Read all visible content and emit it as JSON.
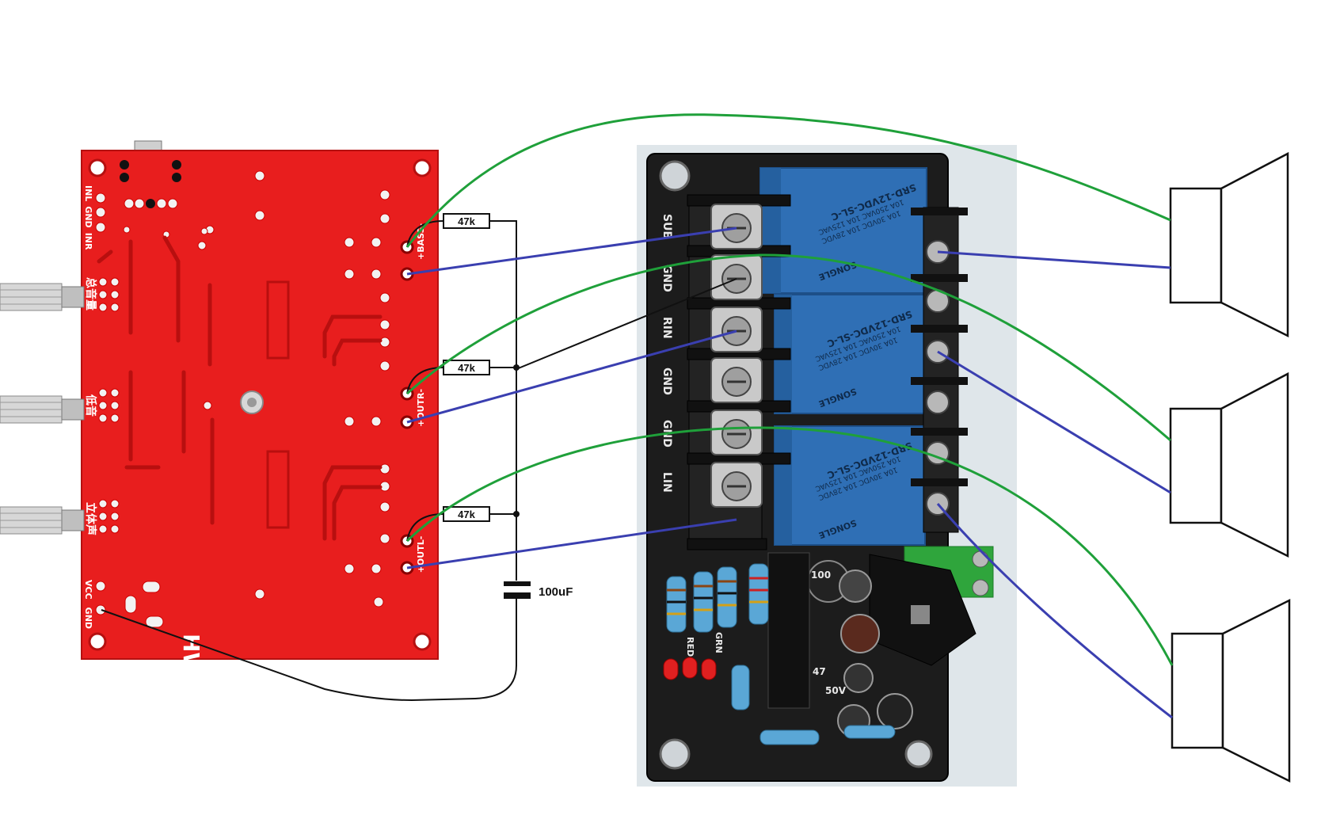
{
  "amp_board": {
    "left_labels": [
      "INL",
      "GND",
      "INR"
    ],
    "pot_labels": [
      "总音量",
      "低音",
      "立体声"
    ],
    "bottom_labels": [
      "VCC",
      "GND"
    ],
    "output_labels": [
      "+BASS-",
      "+OUTR-",
      "+OUTL-"
    ],
    "brand": "HW"
  },
  "components": {
    "resistors": [
      "47k",
      "47k",
      "47k"
    ],
    "capacitor": "100uF"
  },
  "protect_board": {
    "terminals": [
      "SUB",
      "GND",
      "RIN",
      "GND",
      "GND",
      "LIN"
    ],
    "relay_text": [
      "SRD-12VDC-SL-C",
      "10A 250VAC  10A 125VAC",
      "10A 30VDC  10A 28VDC",
      "SONGLE"
    ],
    "led_labels": [
      "RED",
      "GRN"
    ],
    "cap_labels": [
      "100",
      "47",
      "50V"
    ]
  },
  "wire_colors": {
    "green": "#1fa03a",
    "blue": "#3a3fb0",
    "black": "#111111",
    "board_red": "#e81e1e"
  }
}
